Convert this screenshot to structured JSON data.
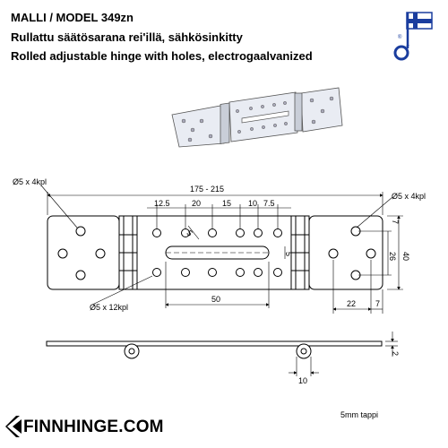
{
  "header": {
    "model": "MALLI / MODEL 349zn",
    "title_fi": "Rullattu säätösarana rei'illä, sähkösinkitty",
    "title_en": "Rolled adjustable hinge with holes, electrogaalvanized"
  },
  "dimensions": {
    "overall_length": "175 - 215",
    "hole_4": "Ø5 x 4kpl",
    "hole_12": "Ø5 x 12kpl",
    "d_12_5": "12.5",
    "d_20": "20",
    "d_15": "15",
    "d_10_top": "10",
    "d_7_5": "7.5",
    "d_5_slot": "5",
    "d_5_side": "5",
    "d_50": "50",
    "d_22": "22",
    "d_7_bottom": "7",
    "d_7_right": "7",
    "d_26": "26",
    "d_40": "40",
    "d_2": "2",
    "d_10_knuckle": "10"
  },
  "footer": {
    "brand": "FINNHINGE.COM",
    "pin_note": "5mm tappi"
  },
  "colors": {
    "flag_blue": "#1a3d9e",
    "plate_fill": "#eef0f4"
  }
}
